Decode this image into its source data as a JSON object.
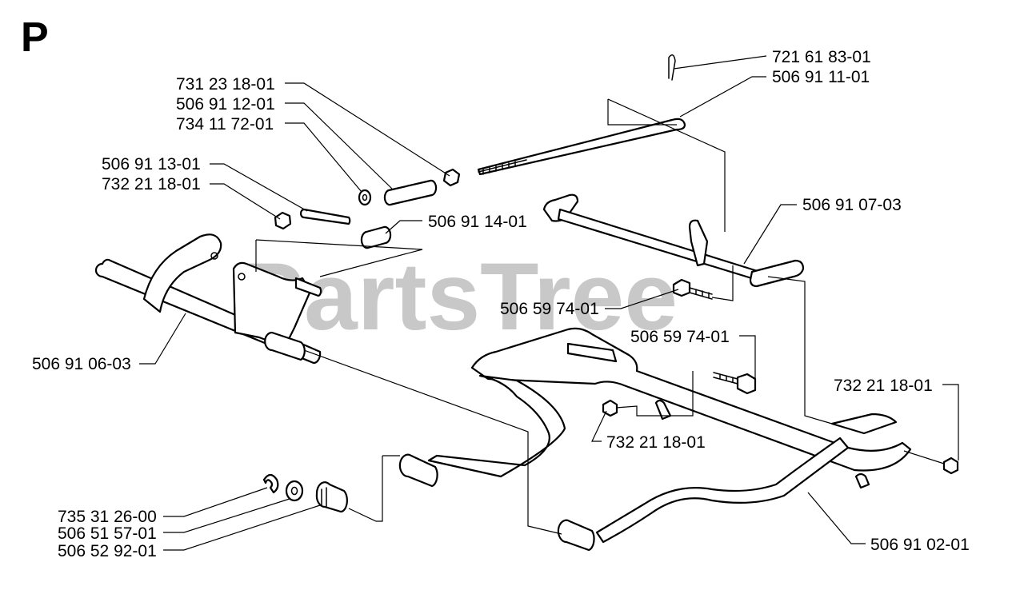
{
  "section_letter": "P",
  "watermark": "PartsTree",
  "labels": [
    {
      "id": "lbl-721-61-83-01",
      "text": "721 61 83-01"
    },
    {
      "id": "lbl-506-91-11-01",
      "text": "506 91 11-01"
    },
    {
      "id": "lbl-731-23-18-01",
      "text": "731 23 18-01"
    },
    {
      "id": "lbl-506-91-12-01",
      "text": "506 91 12-01"
    },
    {
      "id": "lbl-734-11-72-01",
      "text": "734 11 72-01"
    },
    {
      "id": "lbl-506-91-13-01",
      "text": "506 91 13-01"
    },
    {
      "id": "lbl-732-21-18-01-a",
      "text": "732 21 18-01"
    },
    {
      "id": "lbl-506-91-14-01",
      "text": "506 91 14-01"
    },
    {
      "id": "lbl-506-91-07-03",
      "text": "506 91 07-03"
    },
    {
      "id": "lbl-506-59-74-01-a",
      "text": "506 59 74-01"
    },
    {
      "id": "lbl-506-59-74-01-b",
      "text": "506 59 74-01"
    },
    {
      "id": "lbl-506-91-06-03",
      "text": "506 91 06-03"
    },
    {
      "id": "lbl-732-21-18-01-b",
      "text": "732 21 18-01"
    },
    {
      "id": "lbl-732-21-18-01-c",
      "text": "732 21 18-01"
    },
    {
      "id": "lbl-735-31-26-00",
      "text": "735 31 26-00"
    },
    {
      "id": "lbl-506-51-57-01",
      "text": "506 51 57-01"
    },
    {
      "id": "lbl-506-52-92-01",
      "text": "506 52 92-01"
    },
    {
      "id": "lbl-506-91-02-01",
      "text": "506 91 02-01"
    }
  ]
}
